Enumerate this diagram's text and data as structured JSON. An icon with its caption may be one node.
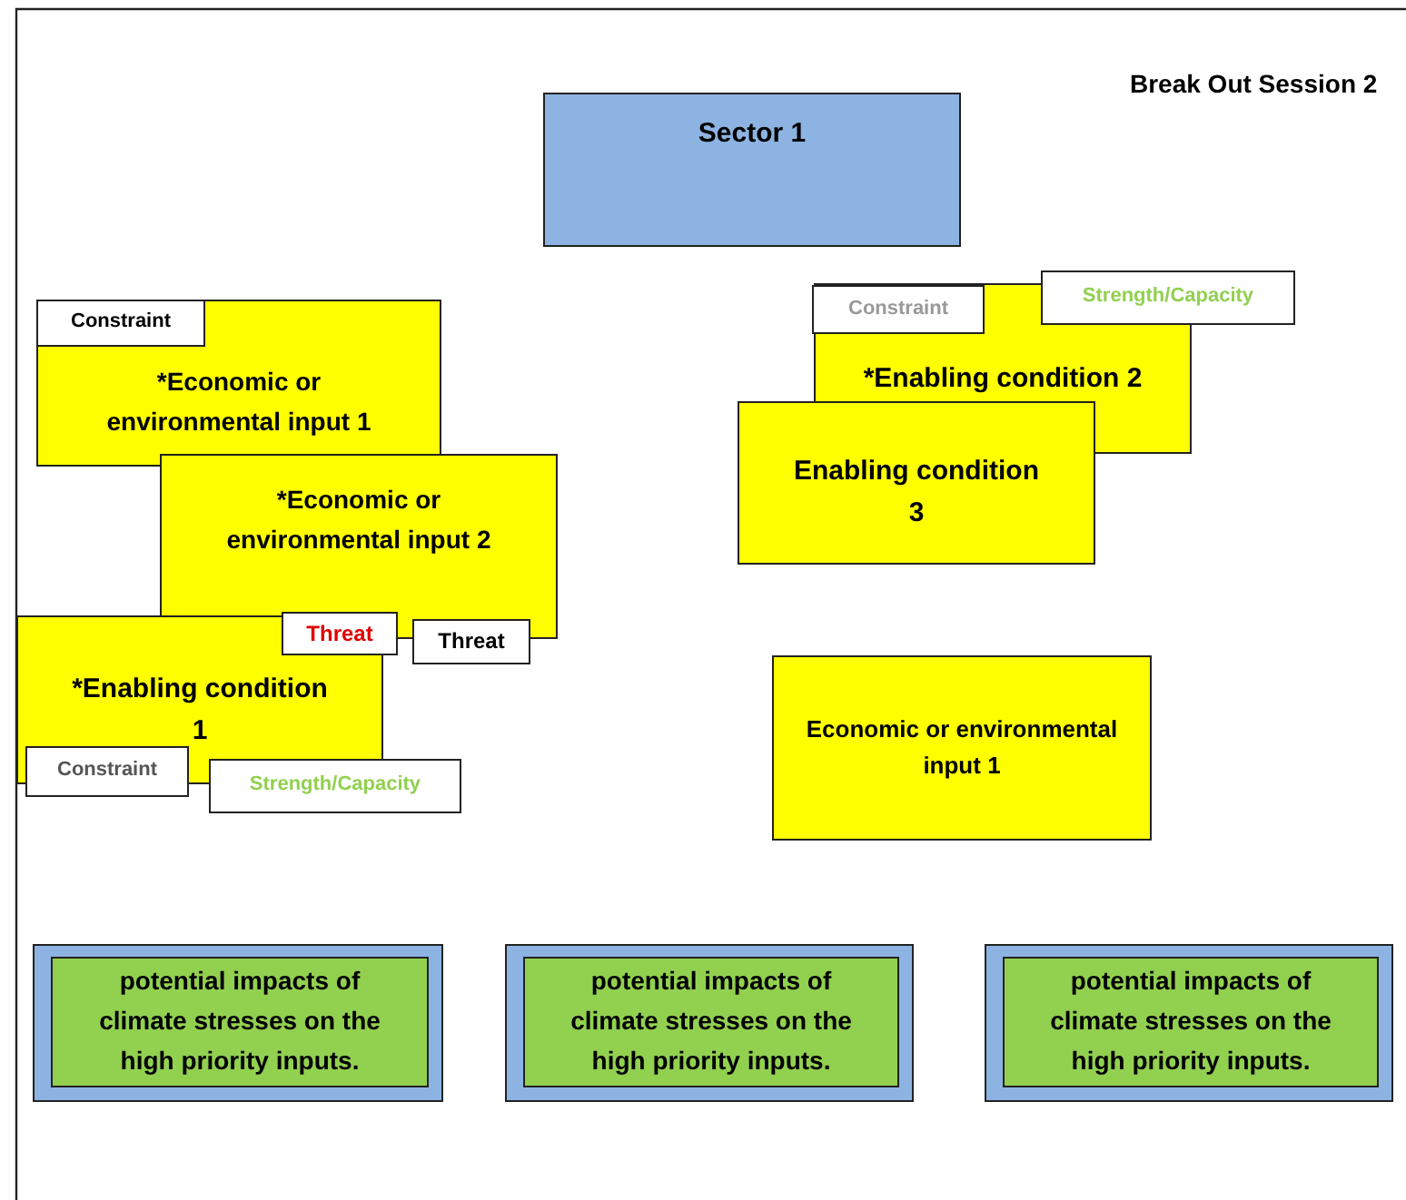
{
  "diagram": {
    "title": "Break Out Session 2",
    "nodes": [
      {
        "text": [
          "Sector 1"
        ]
      },
      {
        "text": [
          "*Economic or environmental input 1"
        ]
      },
      {
        "text": [
          "Constraint"
        ],
        "in": 1
      },
      {
        "text": [
          "*Economic or environmental input 2"
        ]
      },
      {
        "text": [
          "*Enabling condition 1"
        ]
      },
      {
        "text": [
          "Threat"
        ]
      },
      {
        "text": [
          "Threat"
        ]
      },
      {
        "text": [
          "Constraint"
        ]
      },
      {
        "text": [
          "Strength/Capacity"
        ]
      },
      {
        "text": [
          "*Enabling condition 2"
        ]
      },
      {
        "text": [
          "Constraint"
        ],
        "in": 9
      },
      {
        "text": [
          "Strength/Capacity"
        ]
      },
      {
        "text": [
          "Enabling condition 3"
        ]
      },
      {
        "text": [
          "Economic or environmental input 1"
        ]
      },
      {
        "text": [],
        "shape": "box"
      },
      {
        "text": [
          "potential impacts of climate stresses on the high priority inputs."
        ],
        "in": 14
      },
      {
        "text": [],
        "shape": "box"
      },
      {
        "text": [
          "potential impacts of climate stresses on the high priority inputs."
        ],
        "in": 16
      },
      {
        "text": [],
        "shape": "box"
      },
      {
        "text": [
          "potential impacts of climate stresses on the high priority inputs."
        ],
        "in": 18
      }
    ]
  }
}
